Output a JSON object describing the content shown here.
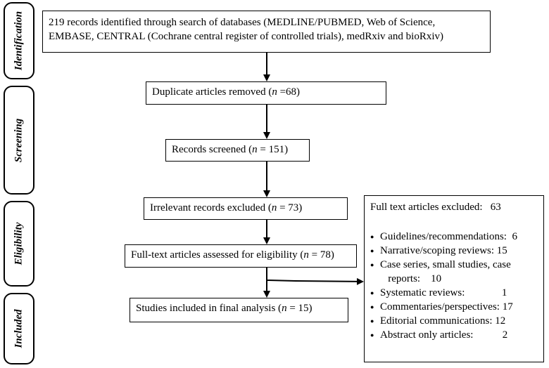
{
  "phases": {
    "identification": "Identification",
    "screening": "Screening",
    "eligibility": "Eligibility",
    "included": "Included"
  },
  "boxes": {
    "identified_line1": "219 records identified through search of databases (MEDLINE/PUBMED, Web of Science,",
    "identified_line2": "EMBASE, CENTRAL (Cochrane central register of controlled trials), medRxiv and bioRxiv)",
    "duplicates": {
      "label": "Duplicate articles removed (",
      "n": "n",
      "value": " =68)"
    },
    "screened": {
      "label": "Records screened (",
      "n": "n",
      "value": " = 151)"
    },
    "irrelevant": {
      "label": "Irrelevant records excluded (",
      "n": "n",
      "value": " = 73)"
    },
    "assessed": {
      "label": "Full-text articles assessed for eligibility (",
      "n": "n",
      "value": " = 78)"
    },
    "included": {
      "label": "Studies included in final analysis (",
      "n": "n",
      "value": " = 15)"
    }
  },
  "exclusions": {
    "title": "Full text articles excluded:   63",
    "items": [
      "Guidelines/recommendations:  6",
      "Narrative/scoping reviews: 15",
      "Case series, small studies, case",
      "Systematic reviews:              1",
      "Commentaries/perspectives: 17",
      "Editorial communications: 12",
      "Abstract only articles:           2"
    ],
    "case_series_cont": "   reports:    10"
  }
}
